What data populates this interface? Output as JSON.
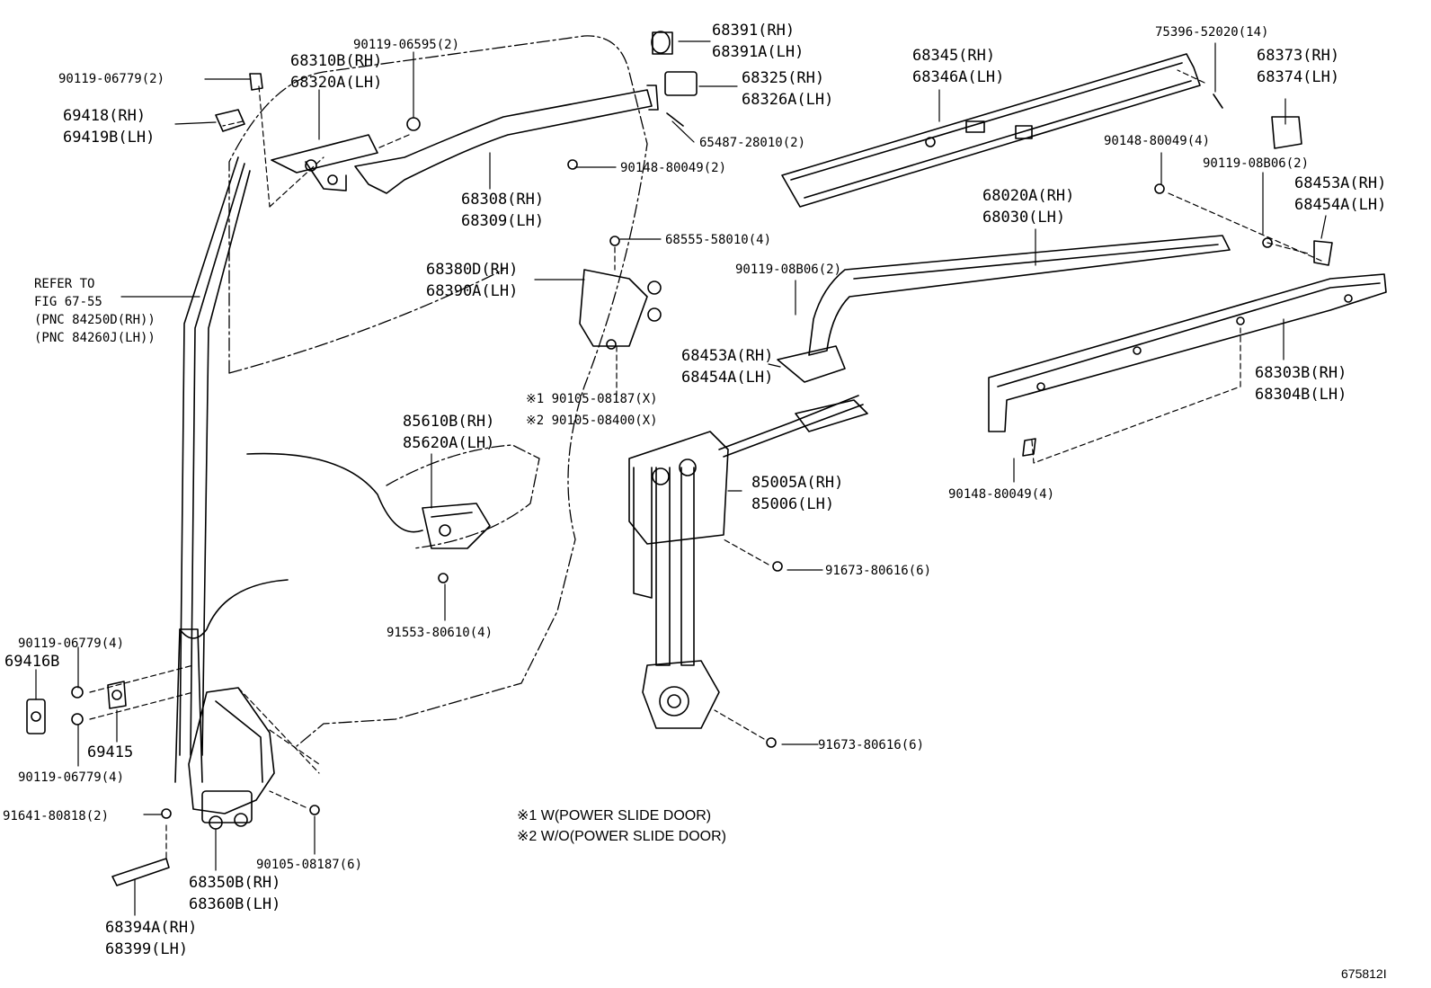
{
  "labels": {
    "p68391": [
      "68391(RH)",
      "68391A(LH)"
    ],
    "p75396": "75396-52020(14)",
    "p68373": [
      "68373(RH)",
      "68374(LH)"
    ],
    "p68345": [
      "68345(RH)",
      "68346A(LH)"
    ],
    "p68325": [
      "68325(RH)",
      "68326A(LH)"
    ],
    "p90119_06595": "90119-06595(2)",
    "p68310": [
      "68310B(RH)",
      "68320A(LH)"
    ],
    "p90119_06779_top": "90119-06779(2)",
    "p69418": [
      "69418(RH)",
      "69419B(LH)"
    ],
    "p65487": "65487-28010(2)",
    "p90148_a": "90148-80049(2)",
    "p90148_b": "90148-80049(4)",
    "p90119_08b06_right": "90119-08B06(2)",
    "p68453_right": [
      "68453A(RH)",
      "68454A(LH)"
    ],
    "p68308": [
      "68308(RH)",
      "68309(LH)"
    ],
    "p68020": [
      "68020A(RH)",
      "68030(LH)"
    ],
    "p68555": "68555-58010(4)",
    "p90119_08b06_mid": "90119-08B06(2)",
    "refer": [
      "REFER TO",
      "FIG 67-55",
      "(PNC 84250D(RH))",
      "(PNC 84260J(LH))"
    ],
    "p68380": [
      "68380D(RH)",
      "68390A(LH)"
    ],
    "p68453_mid": [
      "68453A(RH)",
      "68454A(LH)"
    ],
    "p68303": [
      "68303B(RH)",
      "68304B(LH)"
    ],
    "p90105_x": [
      "※1 90105-08187(X)",
      "※2 90105-08400(X)"
    ],
    "p85610": [
      "85610B(RH)",
      "85620A(LH)"
    ],
    "p85005": [
      "85005A(RH)",
      "85006(LH)"
    ],
    "p90148_c": "90148-80049(4)",
    "p91673_a": "91673-80616(6)",
    "p91553": "91553-80610(4)",
    "p90119_06779_b": "90119-06779(4)",
    "p69416b": "69416B",
    "p69415": "69415",
    "p90119_06779_c": "90119-06779(4)",
    "p91673_b": "91673-80616(6)",
    "p91641": "91641-80818(2)",
    "p90105_6": "90105-08187(6)",
    "p68350": [
      "68350B(RH)",
      "68360B(LH)"
    ],
    "p68394": [
      "68394A(RH)",
      "68399(LH)"
    ],
    "note1": "※1  W(POWER SLIDE DOOR)",
    "note2": "※2  W/O(POWER SLIDE DOOR)",
    "fig_id": "675812I"
  }
}
